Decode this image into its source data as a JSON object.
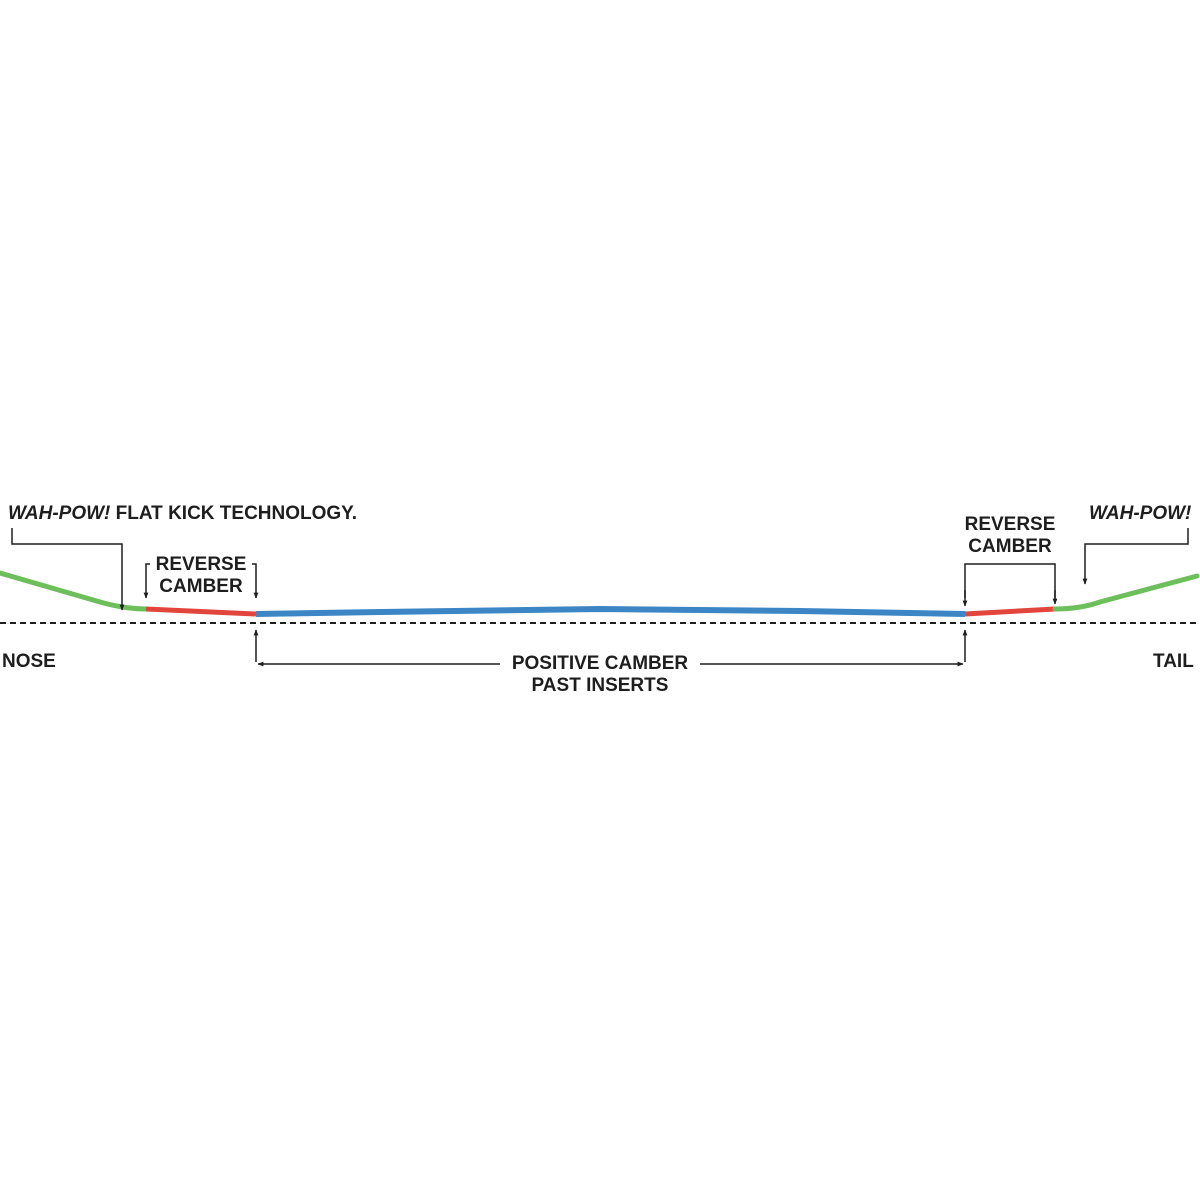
{
  "labels": {
    "nose_callout_brand": "WAH-POW!",
    "nose_callout_rest": "FLAT KICK TECHNOLOGY.",
    "tail_callout_brand": "WAH-POW!",
    "reverse_camber_left": [
      "REVERSE",
      "CAMBER"
    ],
    "reverse_camber_right": [
      "REVERSE",
      "CAMBER"
    ],
    "positive_camber": [
      "POSITIVE CAMBER",
      "PAST INSERTS"
    ],
    "nose": "NOSE",
    "tail": "TAIL"
  },
  "colors": {
    "flat_kick": "#6cbf5a",
    "reverse_camber": "#e2453c",
    "positive_camber": "#3d86c6",
    "ink": "#1e1e1e"
  },
  "icons": {
    "arrow": "arrow-icon"
  }
}
